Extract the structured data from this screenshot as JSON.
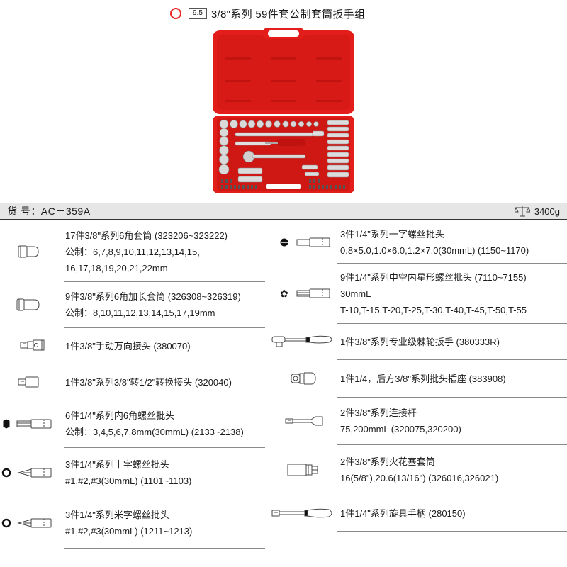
{
  "header": {
    "size_badge": "9.5",
    "title": "3/8\"系列 59件套公制套筒扳手组"
  },
  "product_image": {
    "alt": "red carrying case with 59-piece socket wrench set",
    "case_color": "#e31e1a"
  },
  "spec_bar": {
    "model_label": "货 号：AC－359A",
    "weight_icon": "balance-scale-icon",
    "weight": "3400g"
  },
  "left_items": [
    {
      "icon": "hex-socket-icon",
      "lines": [
        "17件3/8\"系列6角套筒 (323206~323222)",
        "公制：6,7,8,9,10,11,12,13,14,15,",
        "16,17,18,19,20,21,22mm"
      ]
    },
    {
      "icon": "deep-socket-icon",
      "lines": [
        "9件3/8\"系列6角加长套筒 (326308~326319)",
        "公制：8,10,11,12,13,14,15,17,19mm"
      ]
    },
    {
      "icon": "universal-joint-icon",
      "lines": [
        "1件3/8\"手动万向接头 (380070)"
      ]
    },
    {
      "icon": "adapter-icon",
      "lines": [
        "1件3/8\"系列3/8\"转1/2\"转换接头 (320040)"
      ]
    },
    {
      "icon": "hex-bit-icon",
      "lines": [
        "6件1/4\"系列内6角螺丝批头",
        "公制：3,4,5,6,7,8mm(30mmL) (2133~2138)"
      ]
    },
    {
      "icon": "phillips-bit-icon",
      "lines": [
        "3件1/4\"系列十字螺丝批头",
        "#1,#2,#3(30mmL) (1101~1103)"
      ]
    },
    {
      "icon": "pozi-bit-icon",
      "lines": [
        "3件1/4\"系列米字螺丝批头",
        "#1,#2,#3(30mmL) (1211~1213)"
      ]
    }
  ],
  "right_items": [
    {
      "icon": "slotted-bit-icon",
      "lines": [
        "3件1/4\"系列一字螺丝批头",
        "0.8×5.0,1.0×6.0,1.2×7.0(30mmL) (1150~1170)"
      ]
    },
    {
      "icon": "torx-bit-icon",
      "lines": [
        "9件1/4\"系列中空内星形螺丝批头 (7110~7155)",
        "30mmL",
        "T-10,T-15,T-20,T-25,T-30,T-40,T-45,T-50,T-55"
      ]
    },
    {
      "icon": "ratchet-wrench-icon",
      "lines": [
        "1件3/8\"系列专业级棘轮扳手 (380333R)"
      ]
    },
    {
      "icon": "bit-holder-icon",
      "lines": [
        "1件1/4，后方3/8\"系列批头插座 (383908)"
      ]
    },
    {
      "icon": "extension-bar-icon",
      "lines": [
        "2件3/8\"系列连接杆",
        "75,200mmL (320075,320200)"
      ]
    },
    {
      "icon": "spark-plug-socket-icon",
      "lines": [
        "2件3/8\"系列火花塞套筒",
        "16(5/8\"),20.6(13/16\") (326016,326021)"
      ]
    },
    {
      "icon": "screwdriver-handle-icon",
      "lines": [
        "1件1/4\"系列旋具手柄 (280150)"
      ]
    }
  ]
}
